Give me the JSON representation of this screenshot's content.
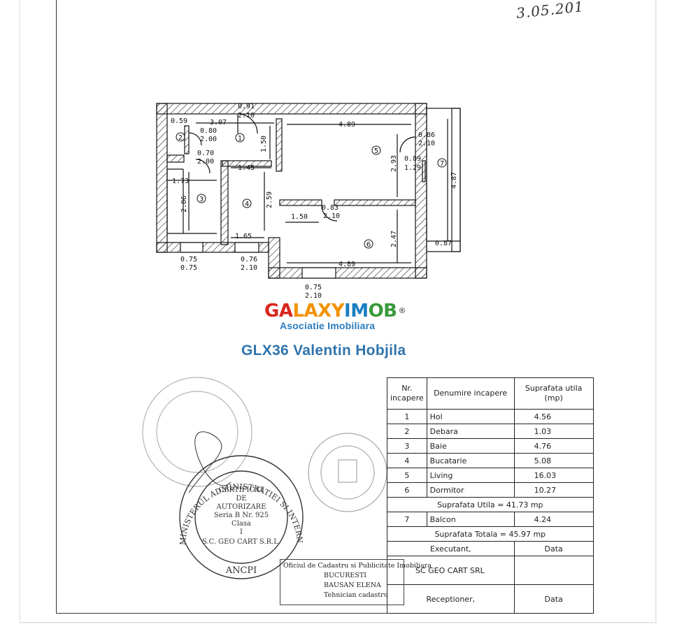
{
  "date_handwritten": "3.05.201",
  "plan": {
    "dimensions": [
      "0.91",
      "2.10",
      "0.59",
      "3.07",
      "0.80",
      "2.00",
      "1.50",
      "4.89",
      "0.86",
      "2.10",
      "0.70",
      "2.00",
      "1.45",
      "2.93",
      "0.89",
      "1.29",
      "4.87",
      "1.73",
      "2.86",
      "2.59",
      "1.50",
      "0.83",
      "2.10",
      "2.47",
      "1.65",
      "0.87",
      "0.75",
      "0.75",
      "0.76",
      "2.10",
      "4.89",
      "0.75",
      "2.10"
    ],
    "room_numbers": [
      "1",
      "2",
      "3",
      "4",
      "5",
      "6",
      "7"
    ],
    "unit_suffix": "m"
  },
  "brand": {
    "logo_parts": [
      "GA",
      "LAXY",
      "IM",
      "OB"
    ],
    "logo_colors": [
      "#d9261c",
      "#f39200",
      "#1a7fc2",
      "#3a9a3a"
    ],
    "subtitle": "Asociatie Imobiliara",
    "agent": "GLX36 Valentin Hobjila"
  },
  "table": {
    "headers": [
      "Nr. incapere",
      "Denumire incapere",
      "Suprafata utila (mp)"
    ],
    "rows": [
      {
        "nr": "1",
        "name": "Hol",
        "area": "4.56"
      },
      {
        "nr": "2",
        "name": "Debara",
        "area": "1.03"
      },
      {
        "nr": "3",
        "name": "Baie",
        "area": "4.76"
      },
      {
        "nr": "4",
        "name": "Bucatarie",
        "area": "5.08"
      },
      {
        "nr": "5",
        "name": "Living",
        "area": "16.03"
      },
      {
        "nr": "6",
        "name": "Dormitor",
        "area": "10.27"
      }
    ],
    "subtotal": "Suprafata Utila = 41.73 mp",
    "balcony": {
      "nr": "7",
      "name": "Balcon",
      "area": "4.24"
    },
    "total": "Suprafata Totala = 45.97 mp",
    "executant_label": "Executant,",
    "date_label": "Data",
    "company": "SC GEO CART SRL",
    "receptioner_label": "Receptioner,",
    "date_label2": "Data"
  },
  "office_box": {
    "line1": "Oficiul de Cadastru si Publicitate Imobiliara",
    "line2": "BUCURESTI",
    "line3": "BAUSAN ELENA",
    "line4": "Tehnician cadastru"
  },
  "stamp": {
    "ring_text": "MINISTERUL ADMINISTRATIEI SI INTERNELOR",
    "center_lines": [
      "CERTIFICAT",
      "DE",
      "AUTORIZARE",
      "Seria B Nr. 925",
      "Clasa",
      "I",
      "S.C. GEO CART S.R.L."
    ],
    "bottom": "ANCPI"
  }
}
